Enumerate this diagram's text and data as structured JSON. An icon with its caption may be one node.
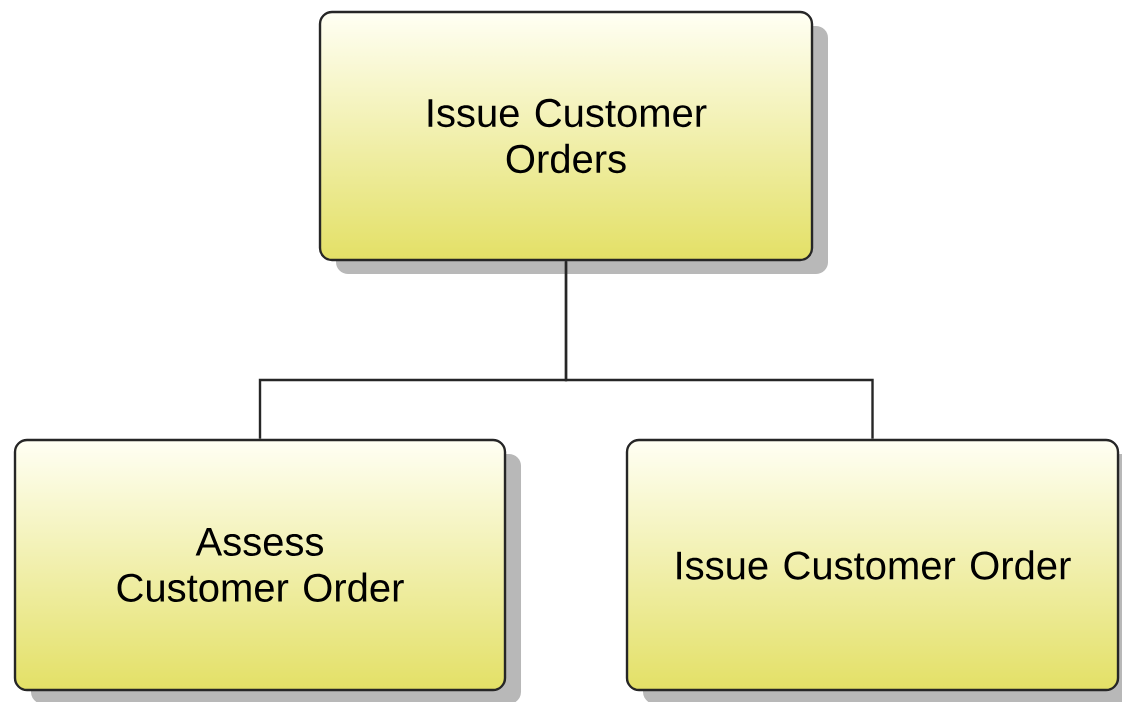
{
  "diagram": {
    "nodes": [
      {
        "text": [
          "Issue Customer Orders"
        ]
      },
      {
        "text": [
          "Assess Customer Order"
        ]
      },
      {
        "text": [
          "Issue Customer Order"
        ]
      }
    ],
    "edges": [
      {
        "from": 0,
        "to": 1,
        "arrow": "none"
      },
      {
        "from": 0,
        "to": 2,
        "arrow": "none"
      }
    ]
  }
}
